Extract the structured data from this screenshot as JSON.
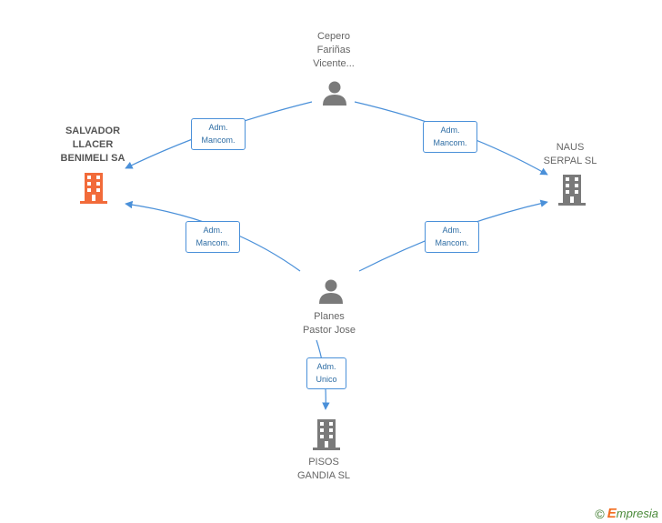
{
  "colors": {
    "edge": "#4a90d9",
    "person": "#7a7a7a",
    "company": "#7a7a7a",
    "company_highlight": "#f26b3a"
  },
  "nodes": {
    "cepero": {
      "label": "Cepero\nFariñas\nVicente...",
      "type": "person-icon"
    },
    "planes": {
      "label": "Planes\nPastor Jose",
      "type": "person-icon"
    },
    "salvador": {
      "label": "SALVADOR\nLLACER\nBENIMELI SA",
      "type": "building-icon"
    },
    "naus": {
      "label": "NAUS\nSERPAL SL",
      "type": "building-icon"
    },
    "pisos": {
      "label": "PISOS\nGANDIA SL",
      "type": "building-icon"
    }
  },
  "edges": {
    "cepero_salvador": {
      "line1": "Adm.",
      "line2": "Mancom."
    },
    "cepero_naus": {
      "line1": "Adm.",
      "line2": "Mancom."
    },
    "planes_salvador": {
      "line1": "Adm.",
      "line2": "Mancom."
    },
    "planes_naus": {
      "line1": "Adm.",
      "line2": "Mancom."
    },
    "planes_pisos": {
      "line1": "Adm.",
      "line2": "Unico"
    }
  },
  "footer": {
    "copyright": "©",
    "brand_initial": "E",
    "brand_rest": "mpresia"
  }
}
